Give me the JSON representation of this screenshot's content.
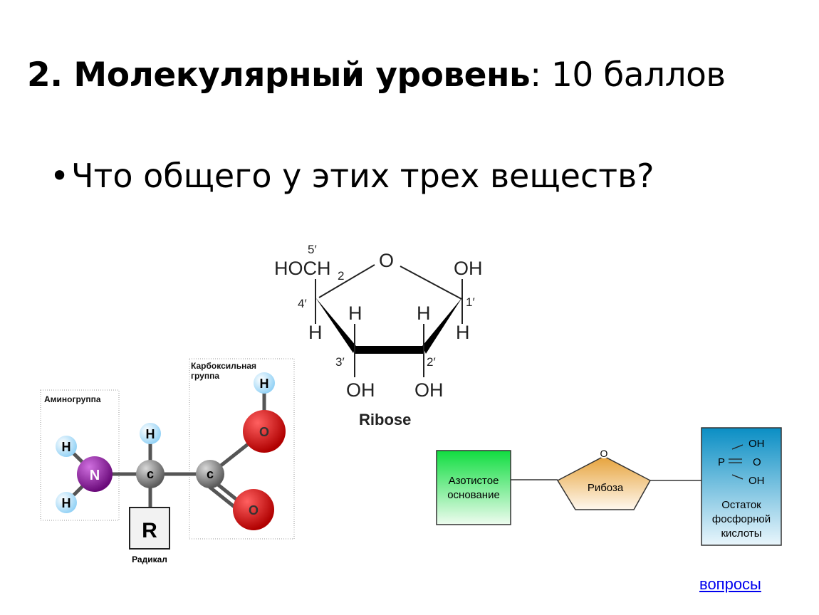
{
  "slide": {
    "title_bold": "2. Молекулярный уровень",
    "title_rest": ": 10 баллов",
    "bullet": "•",
    "question": "Что общего у этих трех веществ?",
    "link": "вопросы"
  },
  "ribose": {
    "hoch": "HOCH",
    "sub2": "2",
    "c5": "5′",
    "o": "O",
    "oh1": "OH",
    "c4": "4′",
    "c1": "1′",
    "c3": "3′",
    "c2": "2′",
    "h": "H",
    "oh3": "OH",
    "oh2": "OH",
    "name": "Ribose"
  },
  "amino_acid": {
    "amino_group": "Аминогруппа",
    "carboxyl_line1": "Карбоксильная",
    "carboxyl_line2": "группа",
    "h": "H",
    "n": "N",
    "c": "c",
    "o": "O",
    "r": "R",
    "radical": "Радикал",
    "colors": {
      "hydrogen": "#bfe6fb",
      "nitrogen": "#8b1a9a",
      "carbon": "#8a8a8a",
      "oxygen": "#d40000"
    }
  },
  "nucleotide": {
    "base_line1": "Азотистое",
    "base_line2": "основание",
    "sugar_o": "O",
    "sugar": "Рибоза",
    "p": "P",
    "eq": "═",
    "oh_top": "OH",
    "o_mid": "O",
    "oh_bottom": "OH",
    "phos_line1": "Остаток",
    "phos_line2": "фосфорной",
    "phos_line3": "кислоты"
  }
}
